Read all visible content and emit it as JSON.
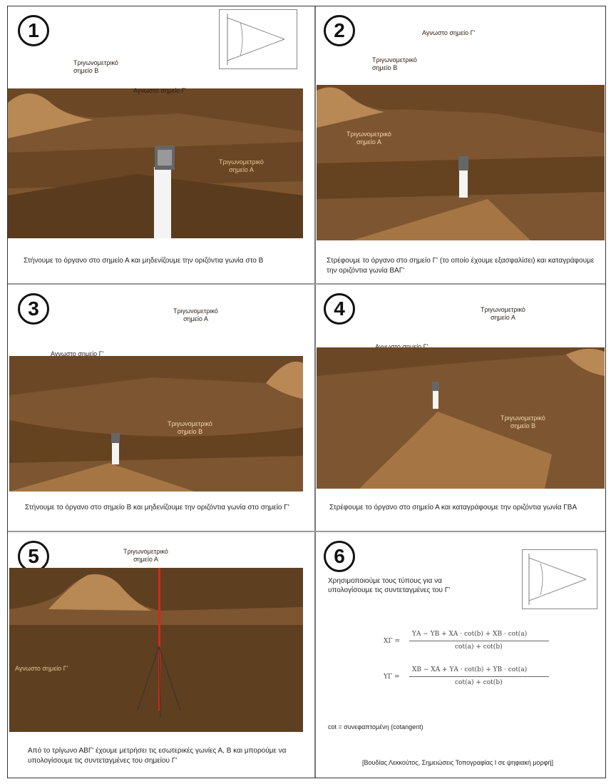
{
  "panels": [
    {
      "number": "1",
      "labels": {
        "trig_b": [
          "Τριγωνομετρικό",
          "σημείο Β"
        ],
        "unknown_g": "Αγνωστο σημείο Γ'",
        "trig_a": [
          "Τριγωνομετρικό",
          "σημείο Α"
        ]
      },
      "caption": "Στήνουμε το όργανο στο σημείο Α και μηδενίζουμε την οριζόντια γωνία στο Β"
    },
    {
      "number": "2",
      "labels": {
        "unknown_g": "Αγνωστο σημείο Γ'",
        "trig_b": [
          "Τριγωνομετρικό",
          "σημείο Β"
        ],
        "trig_a": [
          "Τριγωνομετρικό",
          "σημείο Α"
        ]
      },
      "caption": "Στρέφουμε το όργανο στο σημείο Γ' (το οποίο έχουμε εξασφαλίσει) και καταγράφουμε την οριζόντια γωνία ΒΑΓ'"
    },
    {
      "number": "3",
      "labels": {
        "trig_a": [
          "Τριγωνομετρικό",
          "σημείο Α"
        ],
        "unknown_g": "Αγνωστο σημείο Γ'",
        "trig_b": [
          "Τριγωνομετρικό",
          "σημείο Β"
        ]
      },
      "caption": "Στήνουμε το όργανο στο σημείο Β και μηδενίζουμε την οριζόντια γωνία στο σημείο Γ'"
    },
    {
      "number": "4",
      "labels": {
        "trig_a": [
          "Τριγωνομετρικό",
          "σημείο Α"
        ],
        "unknown_g": "Αγνωστο σημείο Γ'",
        "trig_b": [
          "Τριγωνομετρικό",
          "σημείο Β"
        ]
      },
      "caption": "Στρέφουμε το όργανο στο σημείο Α και καταγράφουμε την οριζόντια γωνία ΓΒΑ"
    },
    {
      "number": "5",
      "labels": {
        "trig_a": [
          "Τριγωνομετρικό",
          "σημείο Α"
        ],
        "unknown_g": "Αγνωστο σημείο Γ'"
      },
      "caption": "Από το τρίγωνο ΑΒΓ' έχουμε μετρήσει τις εσωτερικές γωνίες Α, Β και μπορούμε να υπολογίσουμε τις συντεταγμένες του σημείου Γ'"
    },
    {
      "number": "6",
      "text": [
        "Χρησιμοποιούμε τους τύπους για να",
        "υπολογίσουμε τις συντεταγμένες του Γ'"
      ],
      "formula_x": {
        "lhs": "XΓ =",
        "num": "YΑ − YΒ + XΑ · cot(b) + XΒ · cot(a)",
        "den": "cot(a) + cot(b)"
      },
      "formula_y": {
        "lhs": "YΓ =",
        "num": "XΒ − XΑ + YΑ · cot(b) + YΒ · cot(a)",
        "den": "cot(a) + cot(b)"
      },
      "cot_note": "cot = συνεφαπτομένη (cotangent)",
      "source": "[Βουδίας Λεκκούτος, Σημειώσεις Τοπογραφίας Ι σε ψηφιακή μορφή]"
    }
  ],
  "colors": {
    "ground_dark": "#5b3d1e",
    "ground_mid": "#7a5430",
    "ground_light": "#b98a56",
    "frame": "#333333"
  }
}
